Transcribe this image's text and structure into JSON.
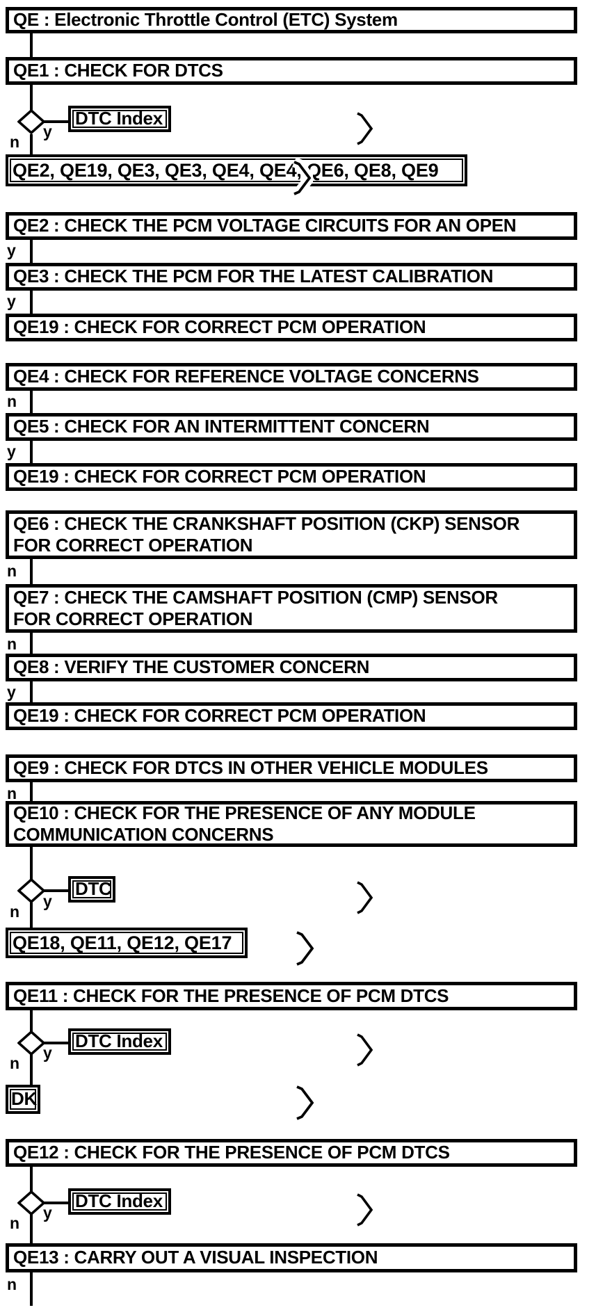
{
  "page": {
    "background_color": "#ffffff",
    "ink_color": "#000000"
  },
  "flowchart": {
    "title": "QE : Electronic Throttle Control (ETC) System",
    "branch": {
      "yes": "y",
      "no": "n"
    },
    "refs": {
      "dtc_index": "DTC Index",
      "dtc": "DTC",
      "dk": "DK"
    },
    "lists": {
      "dtc_results": "QE2, QE19, QE3, QE3, QE4, QE4, QE6, QE8, QE9",
      "module_results": "QE18, QE11, QE12, QE17"
    },
    "steps": {
      "qe1": "QE1 : CHECK FOR DTCS",
      "qe2": "QE2 : CHECK THE PCM VOLTAGE CIRCUITS FOR AN OPEN",
      "qe3": "QE3 : CHECK THE PCM FOR THE LATEST CALIBRATION",
      "qe19": "QE19 : CHECK FOR CORRECT PCM OPERATION",
      "qe4": "QE4 : CHECK FOR REFERENCE VOLTAGE CONCERNS",
      "qe5": "QE5 : CHECK FOR AN INTERMITTENT CONCERN",
      "qe6": "QE6 : CHECK THE CRANKSHAFT POSITION (CKP) SENSOR\nFOR CORRECT OPERATION",
      "qe7": "QE7 : CHECK THE CAMSHAFT POSITION (CMP) SENSOR\nFOR CORRECT OPERATION",
      "qe8": "QE8 : VERIFY THE CUSTOMER CONCERN",
      "qe9": "QE9 : CHECK FOR DTCS IN OTHER VEHICLE MODULES",
      "qe10": "QE10 : CHECK FOR THE PRESENCE OF ANY MODULE\nCOMMUNICATION CONCERNS",
      "qe11": "QE11 : CHECK FOR THE PRESENCE OF PCM DTCS",
      "qe12": "QE12 : CHECK FOR THE PRESENCE OF PCM DTCS",
      "qe13": "QE13 : CARRY OUT A VISUAL INSPECTION"
    }
  }
}
